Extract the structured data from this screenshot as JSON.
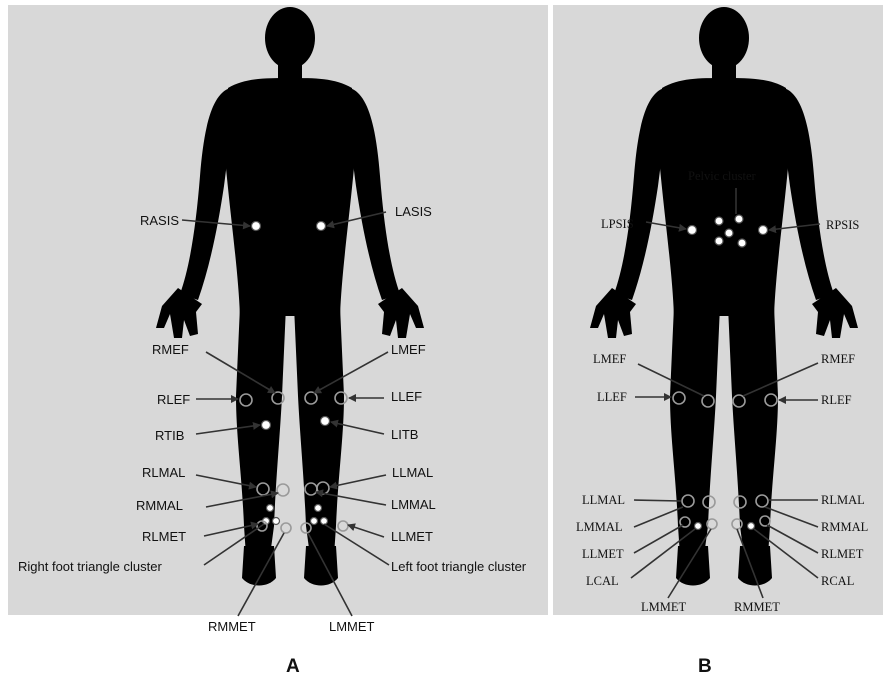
{
  "panel_a": {
    "letter": "A",
    "labels": {
      "rasis": "RASIS",
      "lasis": "LASIS",
      "rmef": "RMEF",
      "lmef": "LMEF",
      "rlef": "RLEF",
      "llef": "LLEF",
      "rtib": "RTIB",
      "litb": "LITB",
      "rlmal": "RLMAL",
      "llmal": "LLMAL",
      "rmmal": "RMMAL",
      "lmmal": "LMMAL",
      "rlmet": "RLMET",
      "llmet": "LLMET",
      "right_cluster": "Right foot triangle cluster",
      "left_cluster": "Left foot triangle cluster",
      "rmmet": "RMMET",
      "lmmet": "LMMET"
    }
  },
  "panel_b": {
    "letter": "B",
    "labels": {
      "pelvic_cluster": "Pelvic cluster",
      "lpsis": "LPSIS",
      "rpsis": "RPSIS",
      "lmef": "LMEF",
      "rmef": "RMEF",
      "llef": "LLEF",
      "rlef": "RLEF",
      "llmal": "LLMAL",
      "rlmal": "RLMAL",
      "lmmal": "LMMAL",
      "rmmal": "RMMAL",
      "llmet": "LLMET",
      "rlmet": "RLMET",
      "lcal": "LCAL",
      "rcal": "RCAL",
      "lmmet": "LMMET",
      "rmmet": "RMMET"
    }
  },
  "colors": {
    "panel_background": "#d8d8d8",
    "silhouette": "#000000",
    "marker": "#ffffff"
  }
}
